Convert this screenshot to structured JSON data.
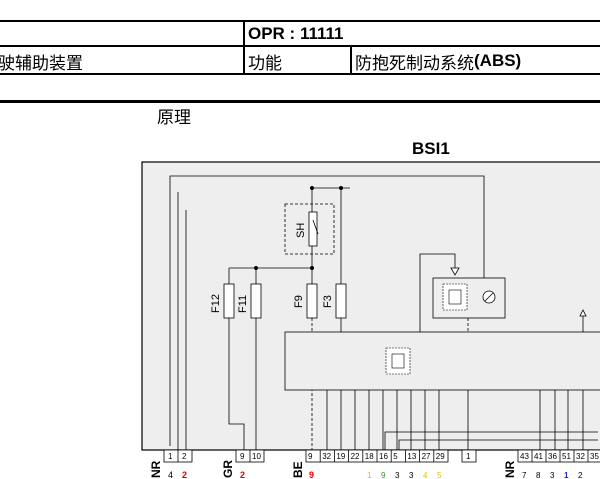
{
  "header": {
    "left_title": "驶辅助装置",
    "opr_label": "OPR : 11111",
    "function_label": "功能",
    "function_value_prefix": "防抱死制动系统",
    "function_value_abbr": "(ABS)"
  },
  "section_label": "原理",
  "diagram": {
    "module_title": "BSI1",
    "relay_label": "SH",
    "fuses": [
      "F12",
      "F11",
      "F9",
      "F3"
    ],
    "connector_groups": [
      {
        "label": "NR",
        "pins": [
          "1",
          "2"
        ]
      },
      {
        "label": "GR",
        "pins": [
          "9",
          "10"
        ]
      },
      {
        "label": "BE",
        "pins": [
          "9",
          "32",
          "19",
          "22",
          "18",
          "16",
          "5",
          "13",
          "27",
          "29",
          "1"
        ]
      },
      {
        "label": "NR",
        "pins": [
          "43",
          "41",
          "36",
          "51",
          "32",
          "35"
        ]
      }
    ],
    "partial_bottom_left": [
      "4",
      "2"
    ],
    "partial_bottom_gr": "2",
    "partial_bottom_be": "9",
    "partial_bottom_be_b": [
      "1",
      "9",
      "3",
      "3",
      "4",
      "5"
    ],
    "partial_bottom_nr": [
      "7",
      "8",
      "3",
      "1",
      "2"
    ],
    "colors": {
      "line": "#000000",
      "box_fill": "#eeeeee",
      "accent_red": "#e00000",
      "accent_yellow": "#e0c000",
      "accent_green": "#20a020",
      "accent_blue": "#2020c0"
    }
  }
}
